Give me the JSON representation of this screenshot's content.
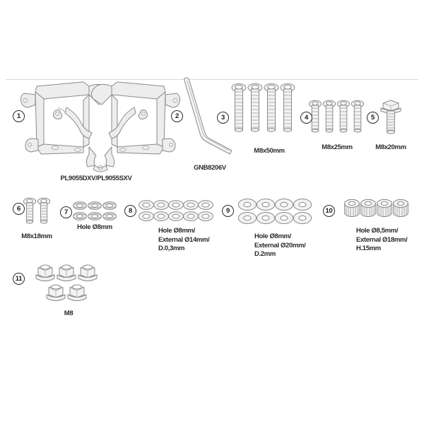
{
  "document": {
    "type": "motorcycle-luggage-rack-parts-diagram",
    "background_color": "#ffffff",
    "line_color": "#8a8a8a",
    "text_color": "#2b2b2b"
  },
  "parts": [
    {
      "number": "1",
      "name": "side-rack-frame-pair",
      "icon": "tubular-frame-icon",
      "caption": "PL9055DXV/PL9055SXV",
      "quantity": 1
    },
    {
      "number": "2",
      "name": "bent-support-rod",
      "icon": "bent-rod-icon",
      "caption": "GNB8206V",
      "quantity": 1
    },
    {
      "number": "3",
      "name": "button-head-bolt-long",
      "icon": "bolt-icon",
      "caption": "M8x50mm",
      "quantity": 4
    },
    {
      "number": "4",
      "name": "button-head-bolt-medium",
      "icon": "bolt-icon",
      "caption": "M8x25mm",
      "quantity": 4
    },
    {
      "number": "5",
      "name": "hex-flange-bolt",
      "icon": "hex-bolt-icon",
      "caption": "M8x20mm",
      "quantity": 1
    },
    {
      "number": "6",
      "name": "button-head-bolt-short",
      "icon": "bolt-icon",
      "caption": "M8x18mm",
      "quantity": 2
    },
    {
      "number": "7",
      "name": "spring-washer",
      "icon": "split-washer-icon",
      "caption": "Hole Ø8mm",
      "quantity": 6
    },
    {
      "number": "8",
      "name": "thin-flat-washer",
      "icon": "washer-icon",
      "caption": "Hole Ø8mm/\nExternal Ø14mm/\nD.0,3mm",
      "quantity": 10
    },
    {
      "number": "9",
      "name": "large-flat-washer",
      "icon": "washer-icon",
      "caption": "Hole Ø8mm/\nExternal Ø20mm/\nD.2mm",
      "quantity": 8
    },
    {
      "number": "10",
      "name": "cylindrical-spacer",
      "icon": "spacer-icon",
      "caption": "Hole Ø8,5mm/\nExternal Ø18mm/\nH.15mm",
      "quantity": 4
    },
    {
      "number": "11",
      "name": "flange-nut",
      "icon": "flange-nut-icon",
      "caption": "M8",
      "quantity": 5
    }
  ]
}
